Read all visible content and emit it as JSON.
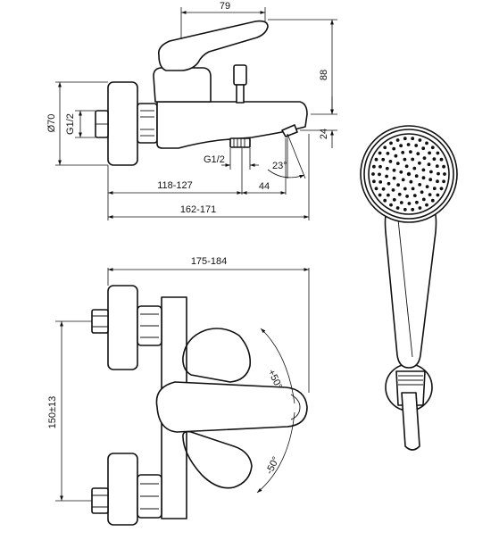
{
  "dimensions": {
    "top_width": "79",
    "height_88": "88",
    "height_24": "24",
    "diameter": "Ø70",
    "thread_left": "G1/2",
    "thread_bottom": "G1/2",
    "angle_23": "23°",
    "range_118": "118-127",
    "depth_44": "44",
    "range_162": "162-171",
    "range_175": "175-184",
    "angle_plus50": "+50°",
    "angle_minus50": "-50°",
    "centers_150": "150±13"
  },
  "colors": {
    "line": "#111111",
    "background": "#ffffff"
  }
}
